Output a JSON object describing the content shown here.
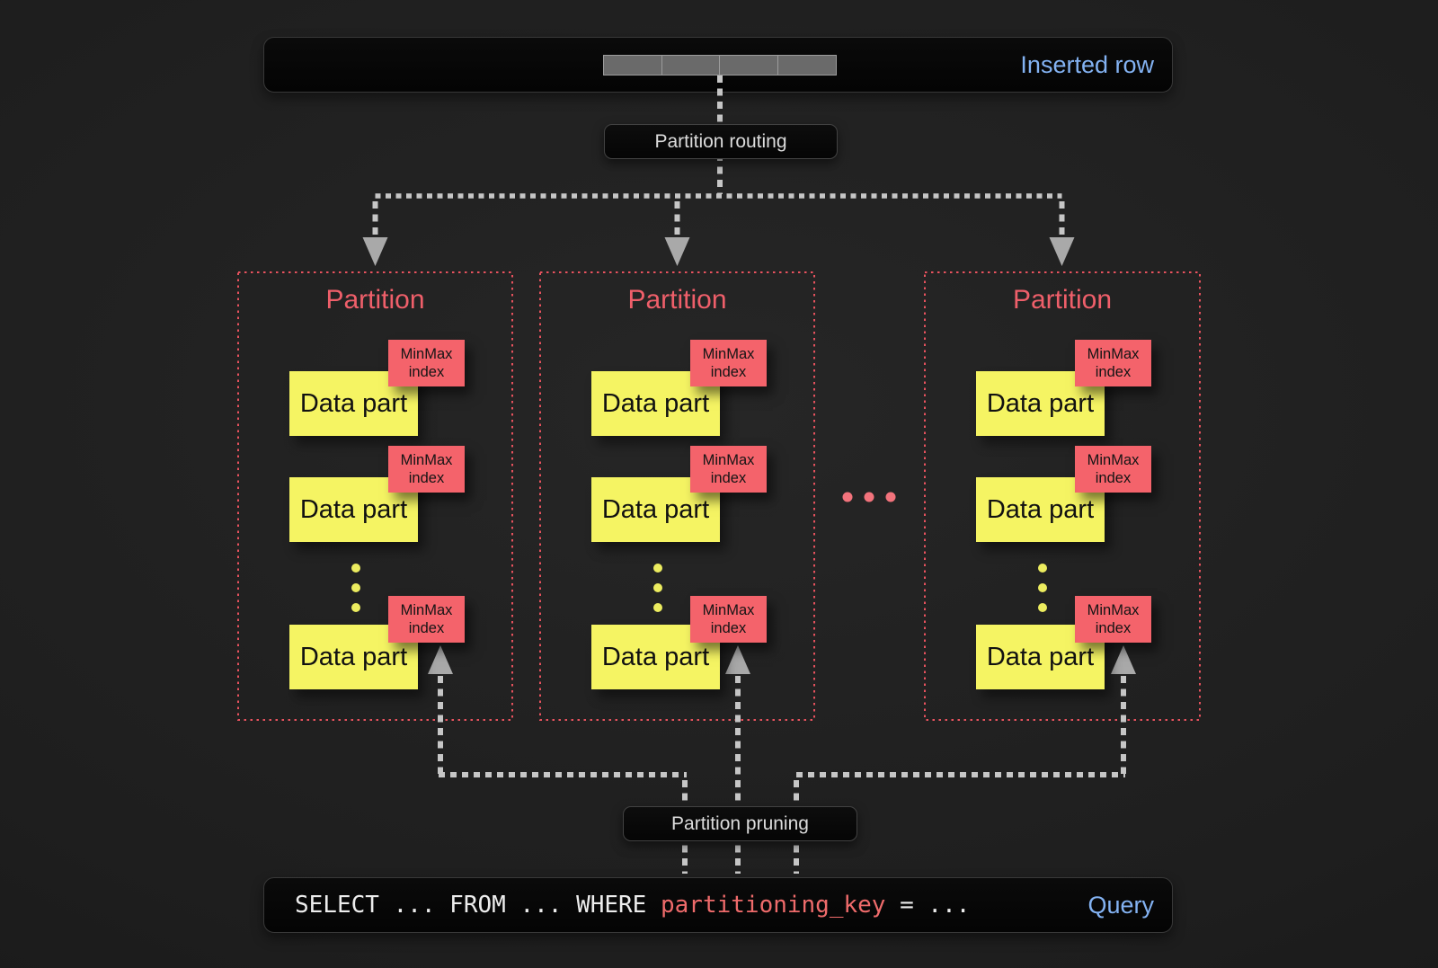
{
  "colors": {
    "background": "#1f1f1f",
    "panel_black": "#060606",
    "accent_blue": "#83b2f2",
    "partition_red": "#e8525e",
    "minmax_red": "#f4636b",
    "datapart_yellow": "#f5f463",
    "connector_gray": "#c6c6c6",
    "row_cell_gray": "#6a6a6a"
  },
  "inserted_row": {
    "label": "Inserted row",
    "cell_count": 4
  },
  "labels": {
    "routing": "Partition routing",
    "pruning": "Partition pruning"
  },
  "partitions": [
    {
      "title": "Partition",
      "parts": [
        {
          "name": "Data part",
          "index": "MinMax index"
        },
        {
          "name": "Data part",
          "index": "MinMax index"
        },
        {
          "name": "Data part",
          "index": "MinMax index"
        }
      ]
    },
    {
      "title": "Partition",
      "parts": [
        {
          "name": "Data part",
          "index": "MinMax index"
        },
        {
          "name": "Data part",
          "index": "MinMax index"
        },
        {
          "name": "Data part",
          "index": "MinMax index"
        }
      ]
    },
    {
      "title": "Partition",
      "parts": [
        {
          "name": "Data part",
          "index": "MinMax index"
        },
        {
          "name": "Data part",
          "index": "MinMax index"
        },
        {
          "name": "Data part",
          "index": "MinMax index"
        }
      ]
    }
  ],
  "query": {
    "select": "SELECT ... FROM ... WHERE ",
    "key": "partitioning_key",
    "tail": " = ...",
    "caption": "Query"
  }
}
